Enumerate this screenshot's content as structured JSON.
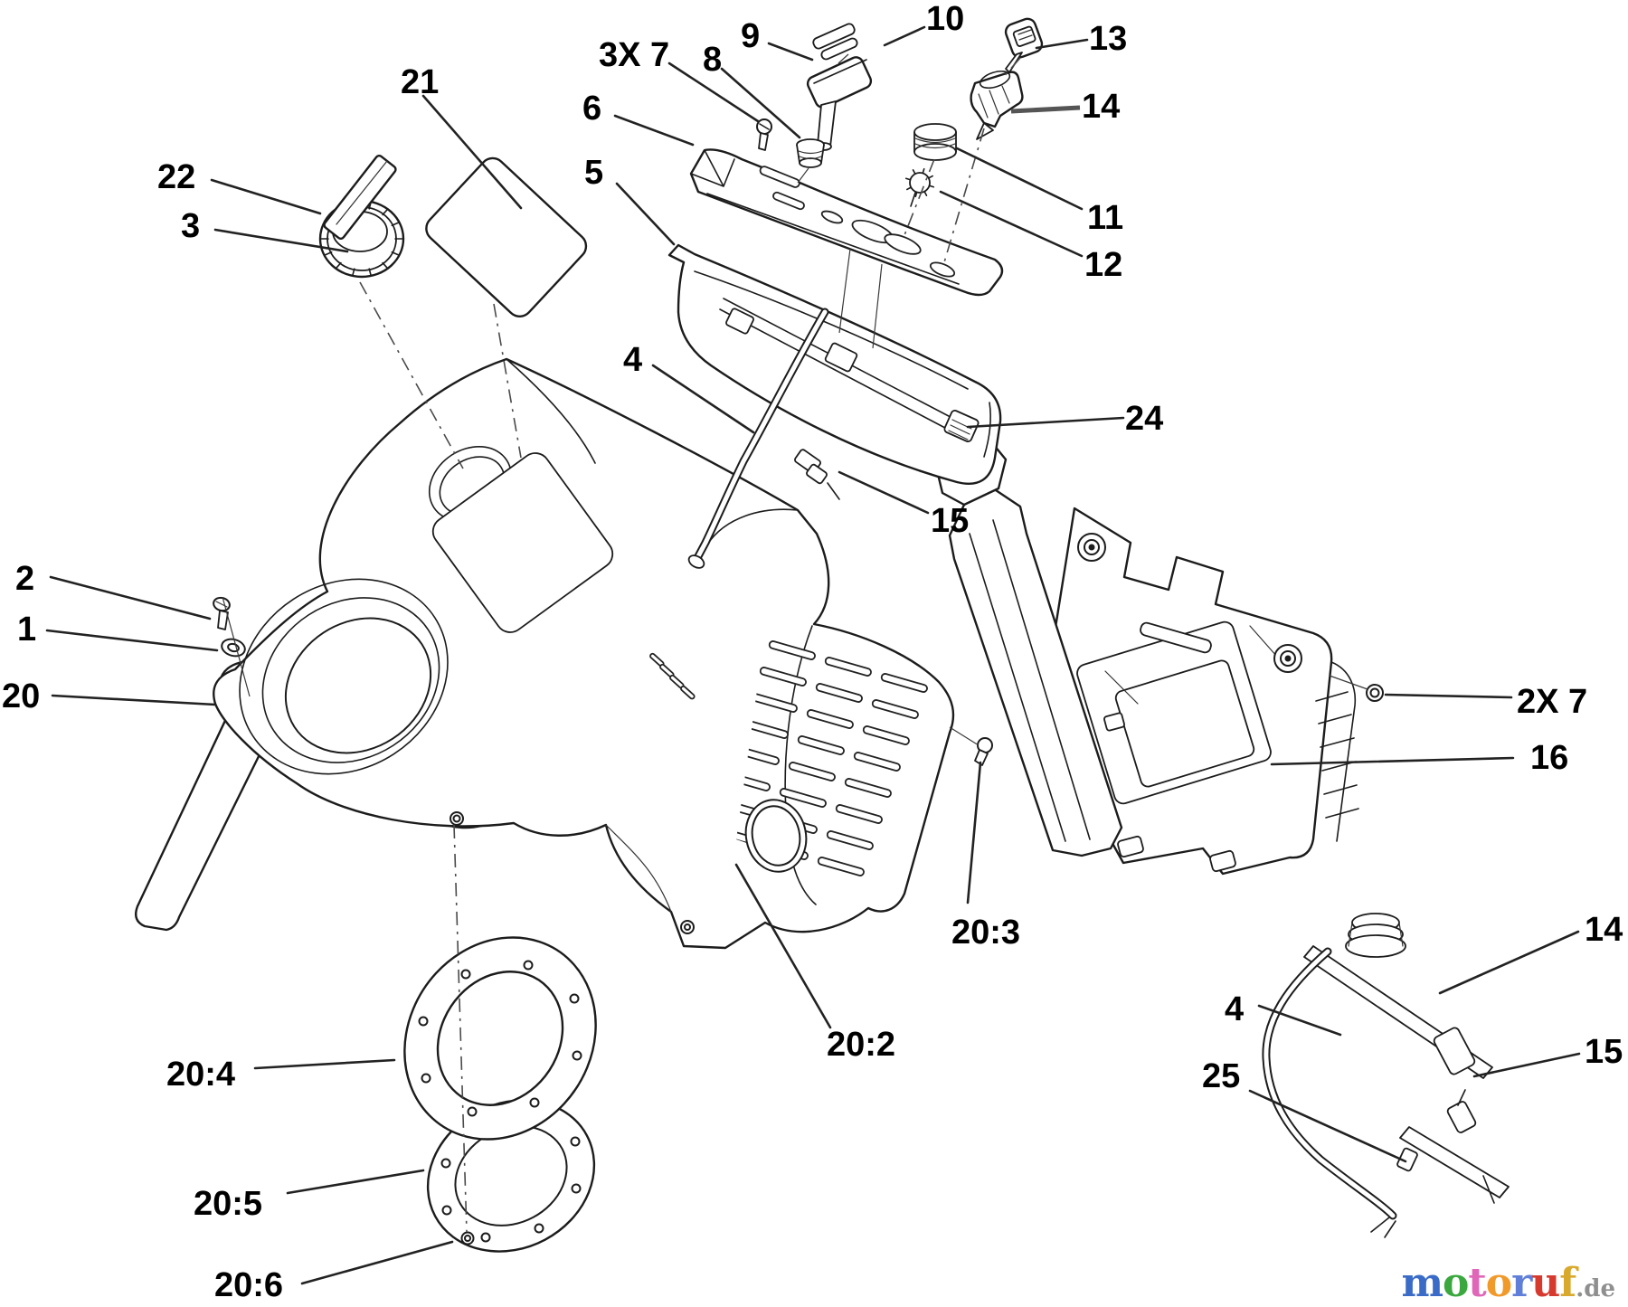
{
  "page": {
    "background": "#ffffff"
  },
  "callouts": {
    "c21": "21",
    "c22": "22",
    "c3": "3",
    "c6": "6",
    "c5": "5",
    "c3x7": "3X 7",
    "c8": "8",
    "c9": "9",
    "c10": "10",
    "c13": "13",
    "c14_top": "14",
    "c11": "11",
    "c12": "12",
    "c24": "24",
    "c15_mid": "15",
    "c4_mid": "4",
    "c2": "2",
    "c1": "1",
    "c20": "20",
    "c2x7": "2X 7",
    "c16": "16",
    "c20_3": "20:3",
    "c20_2": "20:2",
    "c20_4": "20:4",
    "c20_5": "20:5",
    "c20_6": "20:6",
    "c14_br": "14",
    "c15_br": "15",
    "c4_br": "4",
    "c25": "25"
  },
  "watermark": {
    "letters": [
      {
        "ch": "m",
        "color": "#3a6bc6"
      },
      {
        "ch": "o",
        "color": "#3aa83e"
      },
      {
        "ch": "t",
        "color": "#e066b8"
      },
      {
        "ch": "o",
        "color": "#f19a2c"
      },
      {
        "ch": "r",
        "color": "#5f7fd9"
      },
      {
        "ch": "u",
        "color": "#d63a2f"
      },
      {
        "ch": "f",
        "color": "#d9a92e"
      }
    ],
    "suffix": ".de",
    "suffix_color": "#8f8f8f"
  }
}
